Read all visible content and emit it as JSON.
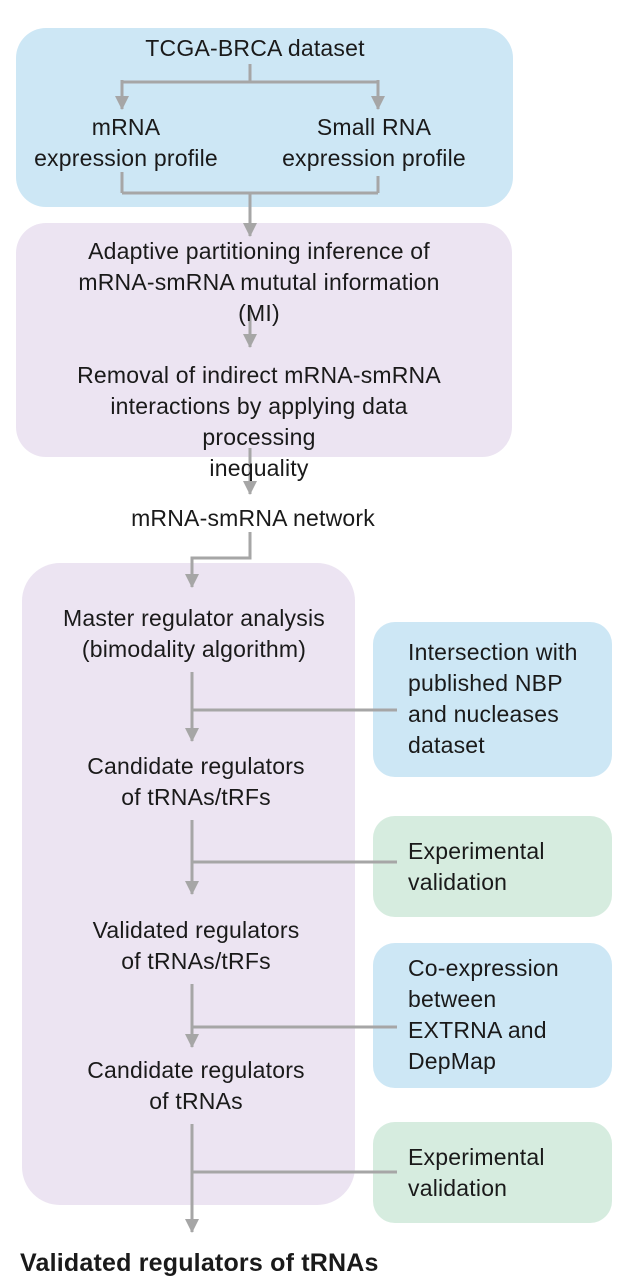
{
  "colors": {
    "box_blue": "#cde7f5",
    "box_purple": "#ece4f2",
    "box_green": "#d6ecdf",
    "line_gray": "#a6a6a6",
    "text_dark": "#1a1a1a"
  },
  "flowchart": {
    "dataset_box": {
      "title": "TCGA-BRCA dataset",
      "left_branch": "mRNA\nexpression profile",
      "right_branch": "Small RNA\nexpression profile"
    },
    "inference_box": {
      "step_mi": "Adaptive partitioning inference of\nmRNA-smRNA mututal information (MI)",
      "step_dpi": "Removal of indirect mRNA-smRNA\ninteractions by applying data processing\ninequality"
    },
    "network_label": "mRNA-smRNA network",
    "analysis_box": {
      "step_mra": "Master regulator analysis\n(bimodality algorithm)",
      "step_candidate_trfs": "Candidate regulators\nof tRNAs/tRFs",
      "step_validated_trfs": "Validated regulators\nof tRNAs/tRFs",
      "step_candidate_trnas": "Candidate regulators\nof tRNAs"
    },
    "side_boxes": [
      {
        "label": "Intersection with\npublished NBP\nand nucleases\ndataset",
        "color": "blue"
      },
      {
        "label": "Experimental\nvalidation",
        "color": "green"
      },
      {
        "label": "Co-expression\nbetween\nEXTRNA and\nDepMap",
        "color": "blue"
      },
      {
        "label": "Experimental\nvalidation",
        "color": "green"
      }
    ],
    "final_label": "Validated regulators of tRNAs"
  }
}
